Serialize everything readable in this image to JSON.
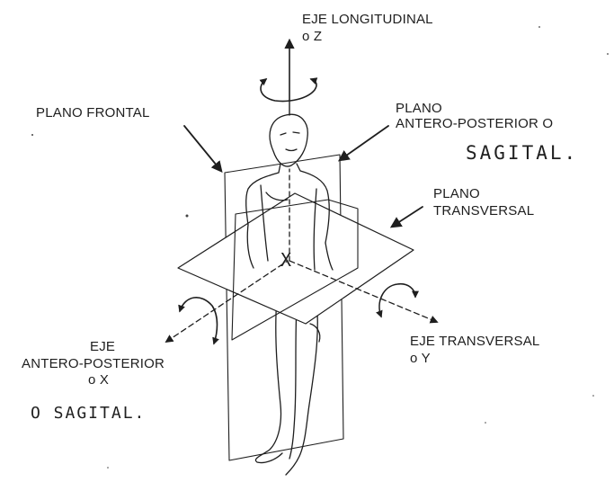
{
  "labels": {
    "eje_longitudinal": "EJE LONGITUDINAL",
    "eje_longitudinal_sub": "o Z",
    "plano_frontal": "PLANO FRONTAL",
    "plano_sagital_line1": "PLANO",
    "plano_sagital_line2": "ANTERO-POSTERIOR  O",
    "plano_sagital_hand": "SAGITAL.",
    "plano_transversal_line1": "PLANO",
    "plano_transversal_line2": "TRANSVERSAL",
    "eje_ap_line1": "EJE",
    "eje_ap_line2": "ANTERO-POSTERIOR",
    "eje_ap_line3": "o X",
    "eje_ap_hand": "O SAGITAL.",
    "eje_transversal": "EJE TRANSVERSAL",
    "eje_transversal_sub": "o Y",
    "center_mark": "X"
  },
  "colors": {
    "ink": "#1e1e1e",
    "paper": "#ffffff"
  }
}
